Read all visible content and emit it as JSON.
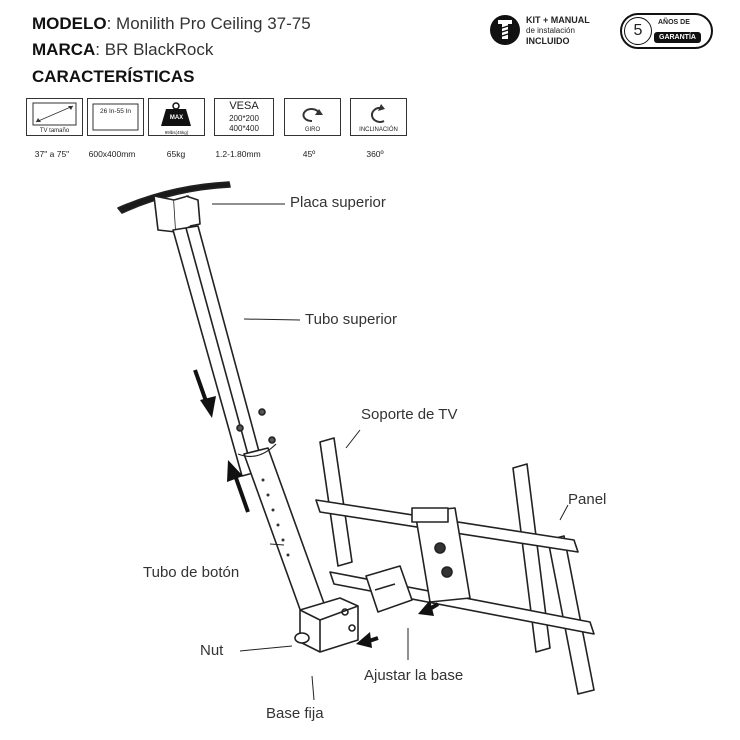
{
  "header": {
    "model_label": "MODELO",
    "model_value": ": Monilith Pro Ceiling 37-75",
    "brand_label": "MARCA",
    "brand_value": ": BR BlackRock",
    "features_title": "CARACTERÍSTICAS"
  },
  "badges": {
    "kit_line1": "KIT + MANUAL",
    "kit_line2": "de instalación",
    "kit_line3": "INCLUIDO",
    "warranty_years": "5",
    "warranty_line1": "AÑOS DE",
    "warranty_line2": "GARANTÍA"
  },
  "features": [
    {
      "icon": "tv-size-icon",
      "caption": "TV tamaño",
      "spec": "37\" a 75\""
    },
    {
      "icon": "screen-range-icon",
      "caption": "26 In-55 In",
      "spec": "600x400mm"
    },
    {
      "icon": "weight-icon",
      "caption": "MAX",
      "subcaption": "99lbs(45kg)",
      "spec": "65kg"
    },
    {
      "icon": "vesa-icon",
      "caption": "VESA",
      "sizes": [
        "200*200",
        "400*400"
      ],
      "spec": "1.2-1.80mm"
    },
    {
      "icon": "rotation-icon",
      "caption": "GIRO",
      "spec": "45º"
    },
    {
      "icon": "tilt-icon",
      "caption": "INCLINACIÓN",
      "spec": "360º"
    }
  ],
  "callouts": {
    "placa_superior": "Placa superior",
    "tubo_superior": "Tubo superior",
    "soporte_tv": "Soporte de TV",
    "panel": "Panel",
    "tubo_boton": "Tubo de botón",
    "nut": "Nut",
    "ajustar_base": "Ajustar la base",
    "base_fija": "Base fija"
  }
}
